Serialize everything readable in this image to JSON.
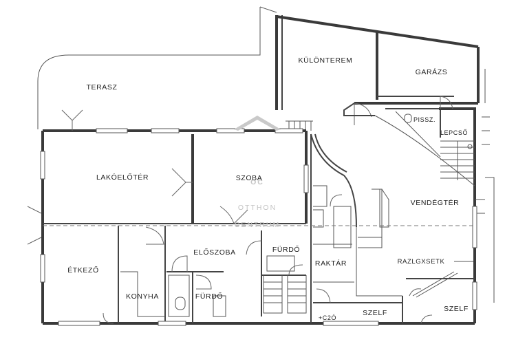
{
  "rooms": {
    "terasz": "TERASZ",
    "kulonterem": "KÜLÖNTEREM",
    "garazs": "GARÁZS",
    "pissz": "PISSZ.",
    "lepcso": "LEPCSŐ",
    "lakoelter": "LAKÓELŐTÉR",
    "szoba": "SZOBA",
    "vendegter": "VENDÉGTÉR",
    "etkezo": "ÉTKEZŐ",
    "eloszoba": "ELŐSZOBA",
    "furdo_upper": "FÜRDŐ",
    "raktar": "RAKTÁR",
    "razlaksetk": "RAZLGXSETK",
    "konyha": "KONYHA",
    "furdo_lower": "FÜRDŐ",
    "wc": "+C2Ó",
    "szelf_mid": "SZELF",
    "szelf_right": "SZELF"
  },
  "watermark": {
    "logo": "OC",
    "line1": "OTTHON",
    "line2": "CENTRUM"
  },
  "colors": {
    "wall": "#3a3a3a",
    "watermark": "#c9c9c9",
    "background": "#ffffff"
  }
}
